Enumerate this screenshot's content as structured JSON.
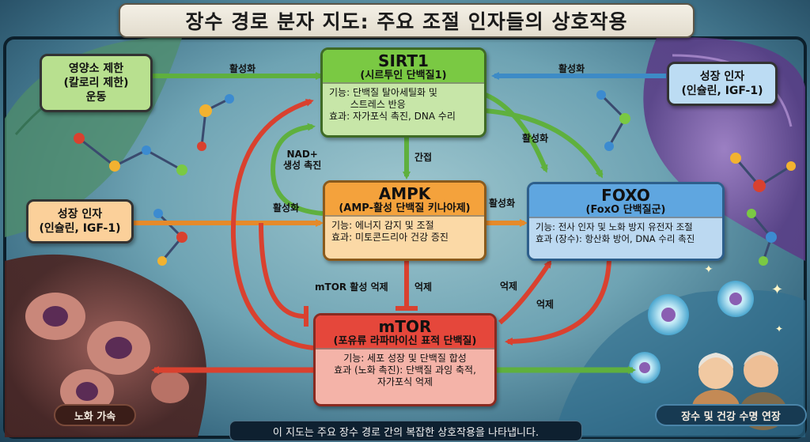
{
  "title": "장수 경로 분자 지도: 주요 조절 인자들의 상호작용",
  "nodes": {
    "sirt1": {
      "name": "SIRT1",
      "subtitle": "(시르투인 단백질1)",
      "lines": [
        "기능: 단백질 탈아세틸화 및",
        "       스트레스 반응",
        "효과: 자가포식 촉진, DNA 수리"
      ]
    },
    "ampk": {
      "name": "AMPK",
      "subtitle": "(AMP-활성 단백질 키나아제)",
      "lines": [
        "기능: 에너지 감지 및 조절",
        "효과: 미토콘드리아 건강 증진"
      ]
    },
    "foxo": {
      "name": "FOXO",
      "subtitle": "(FoxO 단백질군)",
      "lines": [
        "기능: 전사 인자 및 노화 방지 유전자 조절",
        "효과 (장수): 항산화 방어, DNA 수리 촉진"
      ]
    },
    "mtor": {
      "name": "mTOR",
      "subtitle": "(포유류 라파마이신 표적 단백질)",
      "lines": [
        "기능: 세포 성장 및 단백질 합성",
        "효과 (노화 촉진): 단백질 과잉 축적,",
        "자가포식 억제"
      ]
    }
  },
  "inputs": {
    "nutrient": [
      "영양소 제한",
      "(칼로리 제한)",
      "운동"
    ],
    "growth_left": [
      "성장 인자",
      "(인슐린, IGF-1)"
    ],
    "growth_right": [
      "성장 인자",
      "(인슐린, IGF-1)"
    ]
  },
  "edge_labels": {
    "activate_1": "활성화",
    "activate_2": "활성화",
    "activate_3": "활성화",
    "activate_4": "활성화",
    "activate_5": "활성화",
    "nad": "NAD+",
    "nad2": "생성 촉진",
    "indirect": "간접",
    "mtor_inhibit": "mTOR 활성 억제",
    "inhibit_1": "억제",
    "inhibit_2": "억제",
    "inhibit_3": "억제"
  },
  "outcomes": {
    "aging": "노화 가속",
    "longevity": "장수 및 건강 수명 연장"
  },
  "footer": "이 지도는 주요 장수 경로 간의 복잡한 상호작용을 나타냅니다.",
  "colors": {
    "activate": "#6dbf4b",
    "inhibit": "#e0523f",
    "sirt1_head": "#7ac943",
    "sirt1_body": "#c7e6a8",
    "ampk_head": "#f4a23c",
    "ampk_body": "#fbd9a6",
    "foxo_head": "#5fa6e0",
    "foxo_body": "#bcd9f1",
    "mtor_head": "#e5473b",
    "mtor_body": "#f4b3a8",
    "input_green": "#b8e08f",
    "input_orange": "#fbd09a",
    "input_blue": "#bcdcf3"
  }
}
